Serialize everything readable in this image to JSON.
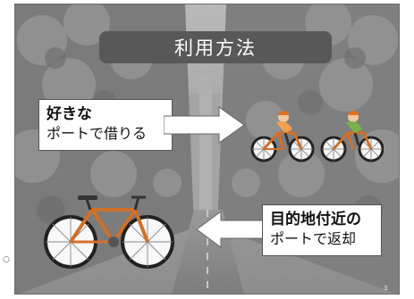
{
  "slide": {
    "title": "利用方法",
    "rent_callout": {
      "line1": "好きな",
      "line2": "ポートで借りる"
    },
    "return_callout": {
      "line1": "目的地付近の",
      "line2": "ポートで返却"
    },
    "slide_number": "3",
    "edge_mark": "○"
  },
  "icons": {
    "arrow_right": "arrow-right-icon",
    "arrow_left": "arrow-left-icon",
    "cyclists": "cyclist-icon",
    "parked_bike": "bicycle-icon"
  },
  "colors": {
    "title_bg": "#585858",
    "jersey_orange": "#f0a050",
    "jersey_green": "#78b248",
    "bike_frame": "#d07028"
  }
}
